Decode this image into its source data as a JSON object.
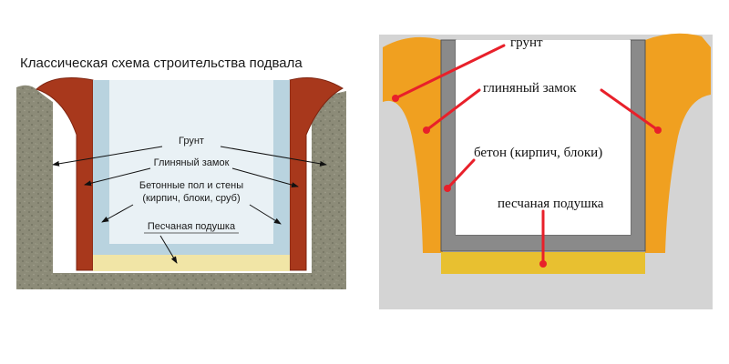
{
  "left_diagram": {
    "title": "Классическая схема строительства подвала",
    "labels": {
      "ground": "Грунт",
      "clay_lock": "Глиняный замок",
      "concrete_line1": "Бетонные пол и стены",
      "concrete_line2": "(кирпич, блоки, сруб)",
      "sand_cushion": "Песчаная подушка"
    }
  },
  "right_diagram": {
    "labels": {
      "ground": "грунт",
      "clay_lock": "глиняный замок",
      "concrete": "бетон (кирпич, блоки)",
      "sand_cushion": "песчаная подушка"
    }
  },
  "colors": {
    "left_soil": "#8c8b78",
    "left_clay": "#a8381c",
    "left_wall": "#b9d3df",
    "left_interior": "#e9f1f5",
    "left_sand": "#f1e5a6",
    "right_soil": "#d4d4d4",
    "right_clay": "#f0a020",
    "right_wall": "#8a8a8a",
    "right_sand": "#e8c030",
    "pointer": "#e8202a"
  }
}
